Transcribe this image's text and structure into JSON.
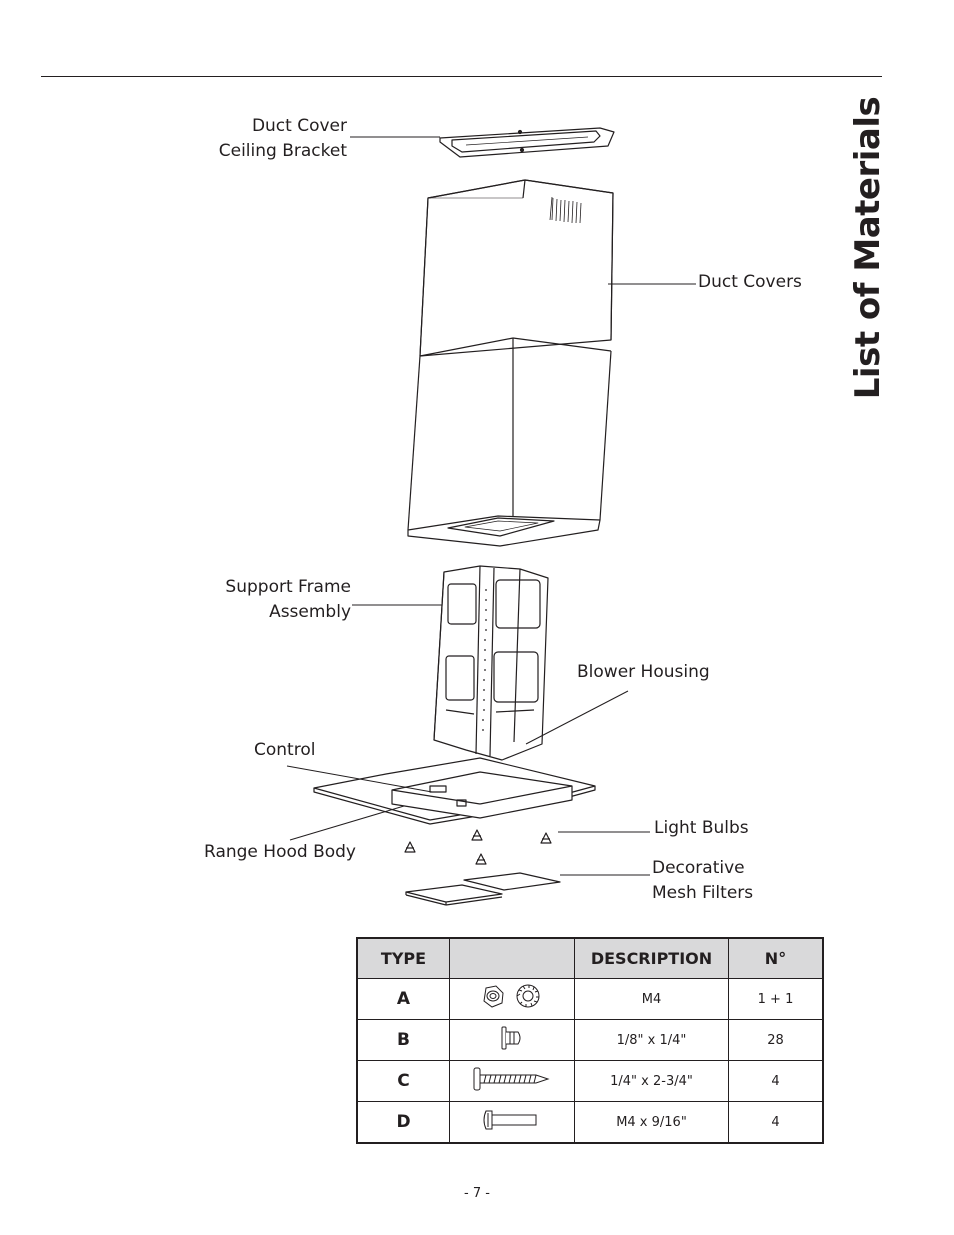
{
  "page_title": "List of Materials",
  "labels": {
    "duct_cover_bracket": [
      "Duct Cover",
      "Ceiling Bracket"
    ],
    "duct_covers": "Duct Covers",
    "support_frame": [
      "Support Frame",
      "Assembly"
    ],
    "blower_housing": "Blower Housing",
    "control": "Control",
    "range_hood_body": "Range Hood Body",
    "light_bulbs": "Light Bulbs",
    "mesh_filters": [
      "Decorative",
      "Mesh Filters"
    ]
  },
  "table": {
    "headers": [
      "TYPE",
      "",
      "DESCRIPTION",
      "N°"
    ],
    "rows": [
      {
        "type": "A",
        "icon": "nut-and-washer-icon",
        "description": "M4",
        "qty": "1 + 1"
      },
      {
        "type": "B",
        "icon": "short-screw-icon",
        "description": "1/8\" x 1/4\"",
        "qty": "28"
      },
      {
        "type": "C",
        "icon": "wood-screw-icon",
        "description": "1/4\"  x  2-3/4\"",
        "qty": "4"
      },
      {
        "type": "D",
        "icon": "machine-bolt-icon",
        "description": "M4  x  9/16\"",
        "qty": "4"
      }
    ]
  },
  "page_number": "- 7 -"
}
